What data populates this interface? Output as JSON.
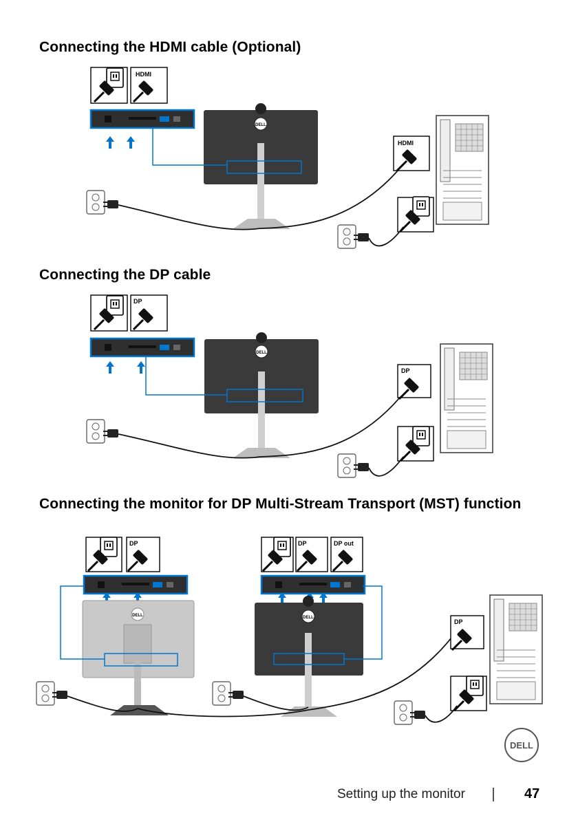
{
  "sections": [
    {
      "title": "Connecting the HDMI cable (Optional)",
      "cable_labels": [
        "HDMI",
        "HDMI"
      ]
    },
    {
      "title": "Connecting the DP cable",
      "cable_labels": [
        "DP",
        "DP"
      ]
    },
    {
      "title": "Connecting the monitor for DP Multi-Stream Transport (MST) function",
      "cable_labels": [
        "DP",
        "DP",
        "DP out",
        "DP"
      ]
    }
  ],
  "logo_text": "DELL",
  "footer": {
    "section_name": "Setting up the monitor",
    "page_number": "47"
  },
  "colors": {
    "accent_blue": "#0076CE",
    "monitor_dark": "#3a3a3a",
    "monitor_light": "#c9c9c9"
  }
}
